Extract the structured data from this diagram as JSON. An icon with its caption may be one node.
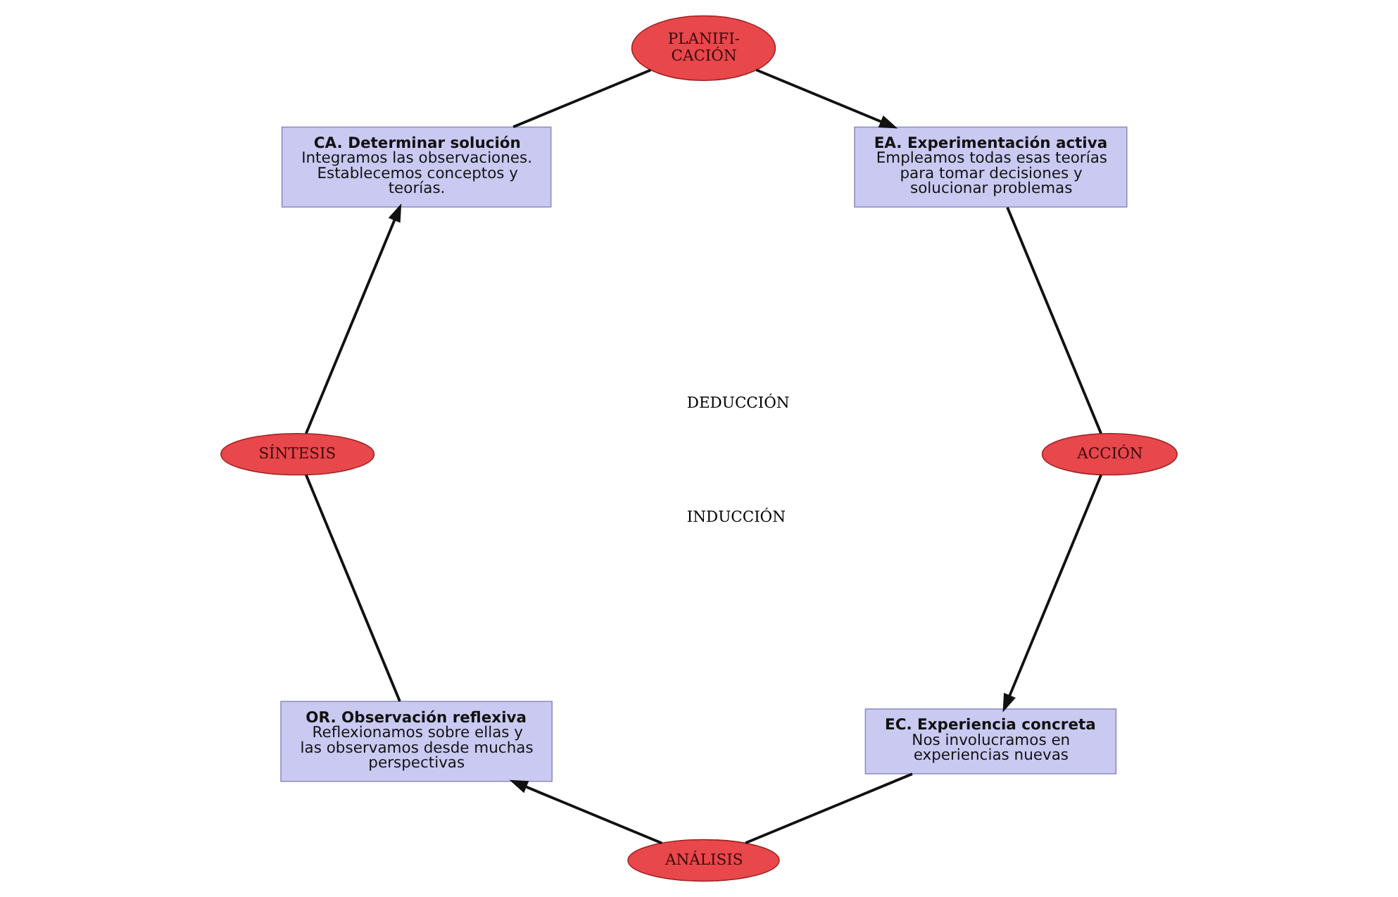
{
  "diagram": {
    "nodes": [
      {
        "text": [
          "EC. Experiencia concreta",
          "Nos involucramos en experiencias nuevas"
        ]
      },
      {
        "text": [
          "ACCIÓN"
        ]
      },
      {
        "text": [
          "ANÁLISIS"
        ]
      },
      {
        "text": [
          "EA. Experimentación activa",
          "Empleamos todas esas teorías para tomar decisiones y solucionar problemas"
        ]
      },
      {
        "text": [
          "OR. Observación reflexiva",
          "Reflexionamos sobre ellas y las observamos desde muchas perspectivas"
        ]
      },
      {
        "text": [
          "PLANIFI- CACIÓN"
        ]
      },
      {
        "text": [
          "SÍNTESIS"
        ]
      },
      {
        "text": [
          "CA. Determinar solución",
          "Integramos las observaciones. Establecemos conceptos y teorías."
        ]
      }
    ],
    "edges": [
      {
        "from": 0,
        "to": 2,
        "arrow": "none"
      },
      {
        "from": 2,
        "to": 4,
        "arrow": "to"
      },
      {
        "from": 4,
        "to": 6,
        "arrow": "none"
      },
      {
        "from": 6,
        "to": 7,
        "arrow": "to"
      },
      {
        "from": 7,
        "to": 5,
        "arrow": "none"
      },
      {
        "from": 5,
        "to": 3,
        "arrow": "to"
      },
      {
        "from": 3,
        "to": 1,
        "arrow": "none"
      },
      {
        "from": 1,
        "to": 0,
        "arrow": "to"
      }
    ],
    "labels": [
      "DEDUCCIÓN",
      "INDUCCIÓN"
    ]
  }
}
